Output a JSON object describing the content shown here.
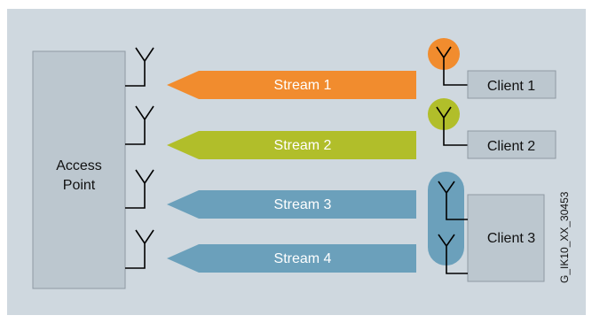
{
  "colors": {
    "background": "#cfd8df",
    "box_fill": "#bcc7cf",
    "box_stroke": "#8f9aa3",
    "antenna": "#000000",
    "stream1": "#f18c2e",
    "stream2": "#b1be2a",
    "stream3": "#6ba0bb",
    "stream4": "#6ba0bb",
    "client1_badge": "#f18c2e",
    "client2_badge": "#b1be2a",
    "client3_badge": "#6ba0bb",
    "text_light": "#ffffff",
    "text_dark": "#111111"
  },
  "access_point": {
    "label_line1": "Access",
    "label_line2": "Point"
  },
  "streams": [
    {
      "label": "Stream 1",
      "color_key": "stream1"
    },
    {
      "label": "Stream 2",
      "color_key": "stream2"
    },
    {
      "label": "Stream 3",
      "color_key": "stream3"
    },
    {
      "label": "Stream 4",
      "color_key": "stream4"
    }
  ],
  "clients": [
    {
      "label": "Client 1",
      "color_key": "client1_badge"
    },
    {
      "label": "Client 2",
      "color_key": "client2_badge"
    },
    {
      "label": "Client 3",
      "color_key": "client3_badge"
    }
  ],
  "figure_id": "G_IK10_XX_30453",
  "icons": {
    "antenna": "antenna-icon"
  }
}
